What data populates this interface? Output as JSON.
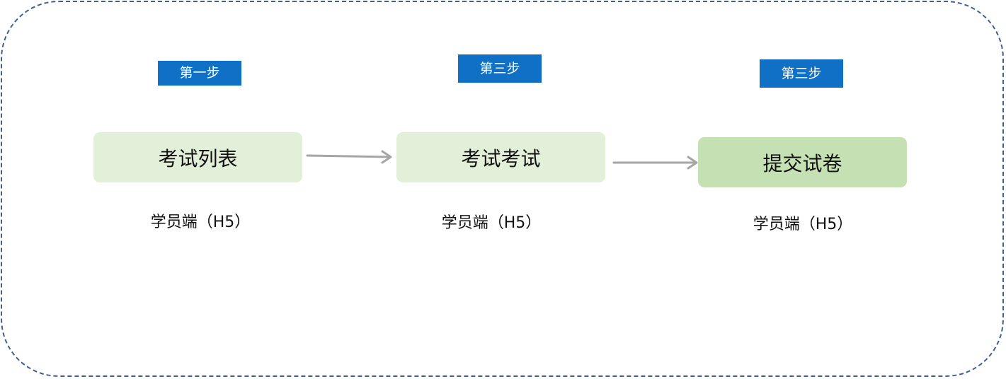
{
  "steps": [
    {
      "badge": "第一步",
      "node_label": "考试列表",
      "caption": "学员端（H5）"
    },
    {
      "badge": "第三步",
      "node_label": "考试考试",
      "caption": "学员端（H5）"
    },
    {
      "badge": "第三步",
      "node_label": "提交试卷",
      "caption": "学员端（H5）"
    }
  ],
  "colors": {
    "frame_border": "#3f5f8f",
    "badge_bg": "#0f70c6",
    "node_light": "#e2efd9",
    "node_strong": "#c5e0b3",
    "arrow": "#a6a6a6"
  }
}
